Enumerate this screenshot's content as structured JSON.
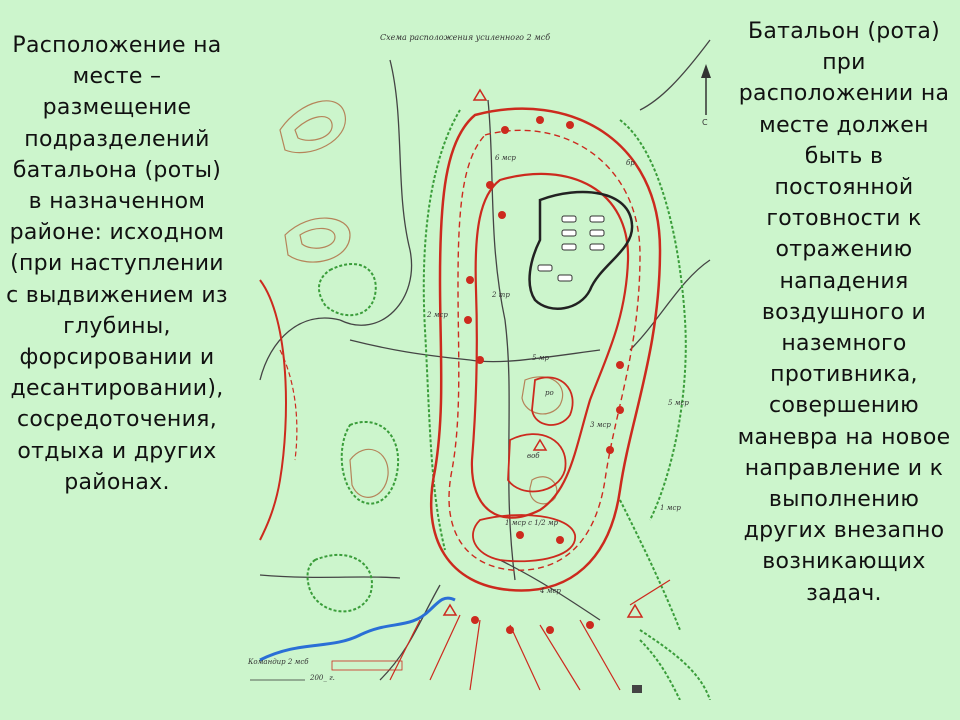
{
  "left_text": "Расположение на месте – размещение подразделений батальона (роты) в назначенном районе: исходном (при наступлении с выдвижением из глубины, форсировании и десантировании), сосредоточения, отдыха и других районах.",
  "right_text": "Батальон (рота) при расположении на месте должен быть в постоянной готовности к отражению нападения воздушного и наземного противника, совершению маневра на новое направление и к выполнению других внезапно возникающих задач.",
  "map": {
    "title": "Схема расположения усиленного 2 мсб",
    "labels": [
      "2 мср",
      "6 мср",
      "5 мср",
      "1 мср",
      "1 мср с 1/2 мр",
      "3 мср",
      "4 мср",
      "2 тр",
      "5 мр",
      "ро",
      "воб",
      "бр",
      "Командир 2 мсб",
      "200_ г."
    ],
    "north_label": "С",
    "colors": {
      "background": "#ccf5cc",
      "positions": "#cc2a1e",
      "forest": "#3a9d3a",
      "roads": "#444444",
      "river": "#2a6fd6",
      "relief": "#b5845a"
    }
  }
}
